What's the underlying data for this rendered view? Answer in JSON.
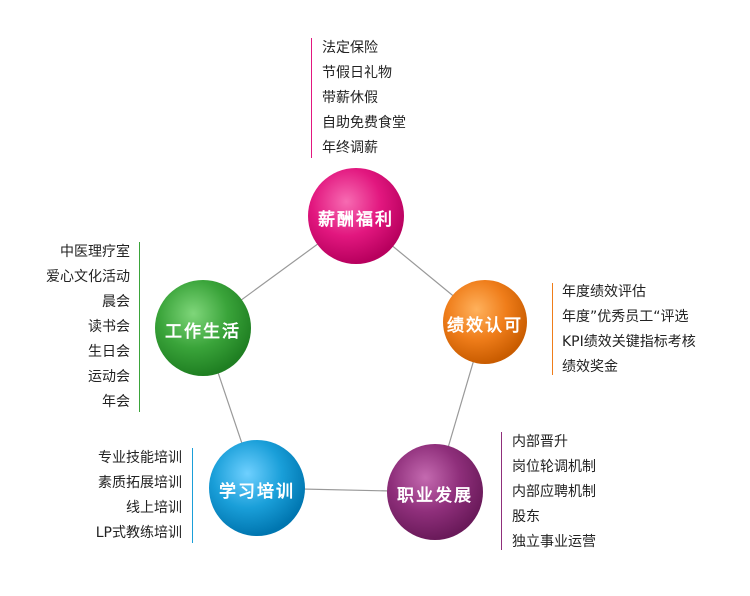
{
  "colors": {
    "magenta": "#e2177f",
    "orange": "#ef7d1a",
    "purple": "#8f2f7b",
    "blue": "#1a9fd9",
    "green": "#3aa43a",
    "connector": "#999999"
  },
  "nodes": {
    "salary": {
      "label": "薪酬福利",
      "items": [
        "法定保险",
        "节假日礼物",
        "带薪休假",
        "自助免费食堂",
        "年终调薪"
      ]
    },
    "performance": {
      "label": "绩效认可",
      "items": [
        "年度绩效评估",
        "年度”优秀员工“评选",
        "KPI绩效关键指标考核",
        "绩效奖金"
      ]
    },
    "career": {
      "label": "职业发展",
      "items": [
        "内部晋升",
        "岗位轮调机制",
        "内部应聘机制",
        "股东",
        "独立事业运营"
      ]
    },
    "learning": {
      "label": "学习培训",
      "items": [
        "专业技能培训",
        "素质拓展培训",
        "线上培训",
        "LP式教练培训"
      ]
    },
    "worklife": {
      "label": "工作生活",
      "items": [
        "中医理疗室",
        "爱心文化活动",
        "晨会",
        "读书会",
        "生日会",
        "运动会",
        "年会"
      ]
    }
  }
}
